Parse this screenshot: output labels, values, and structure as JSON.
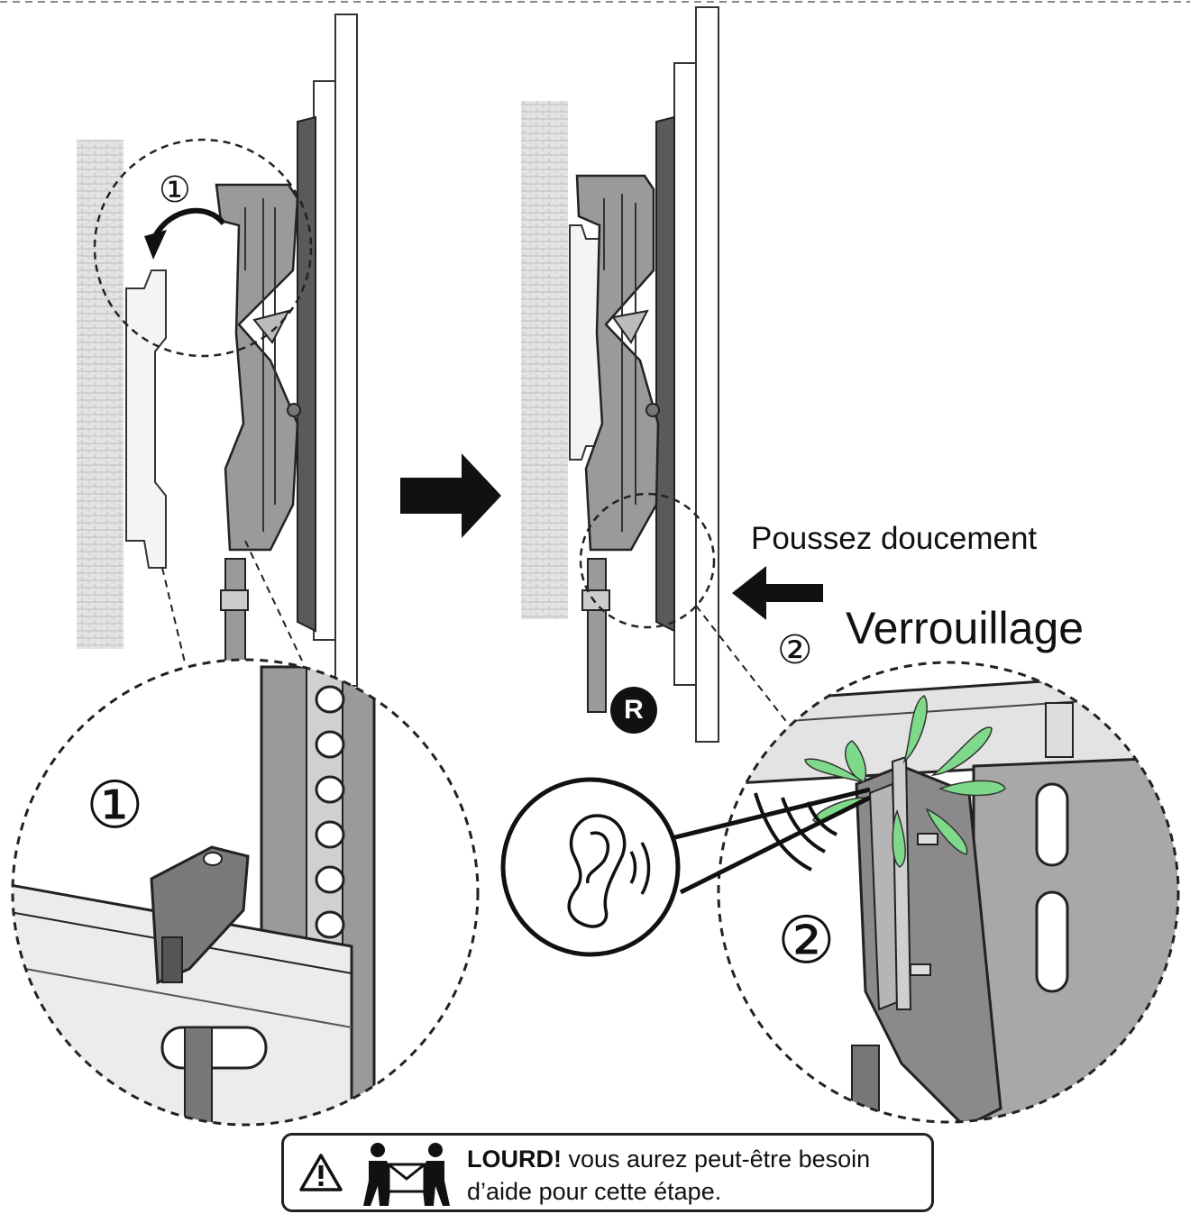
{
  "labels": {
    "push_gently": "Poussez doucement",
    "locking": "Verrouillage",
    "step1_small": "①",
    "step1_big": "①",
    "step2_small": "②",
    "step2_big": "②",
    "part_r": "R"
  },
  "warning": {
    "bold": "LOURD!",
    "line1_rest": " vous aurez peut-être besoin",
    "line2": "d’aide pour cette étape."
  },
  "icons": [
    "wall-texture",
    "wall-plate",
    "tv-bracket",
    "curved-arrow-icon",
    "right-arrow-icon",
    "left-arrow-icon",
    "ear-icon",
    "click-burst",
    "warning-triangle-icon",
    "two-person-lift-icon"
  ],
  "colors": {
    "ink": "#111111",
    "burst": "#7fd98a",
    "wall": "#d9d9d9",
    "metal": "#9a9a9a"
  }
}
